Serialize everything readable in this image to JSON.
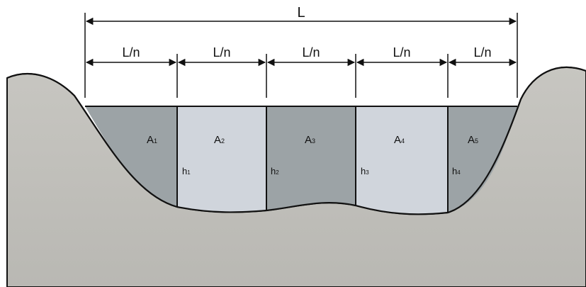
{
  "total_width_label": "L",
  "segment_width_label": "L/n",
  "segments": [
    {
      "area": "A",
      "area_sub": "1",
      "depth": "h",
      "depth_sub": "1"
    },
    {
      "area": "A",
      "area_sub": "2",
      "depth": "h",
      "depth_sub": "2"
    },
    {
      "area": "A",
      "area_sub": "3",
      "depth": "h",
      "depth_sub": "3"
    },
    {
      "area": "A",
      "area_sub": "4",
      "depth": "h",
      "depth_sub": "4"
    },
    {
      "area": "A",
      "area_sub": "5"
    }
  ],
  "colors": {
    "ground": "#c7c6c1",
    "ground_edge": "#b9b8b3",
    "segment_dark": "#9ca3a6",
    "segment_light": "#d0d5dc",
    "outline": "#111111"
  }
}
